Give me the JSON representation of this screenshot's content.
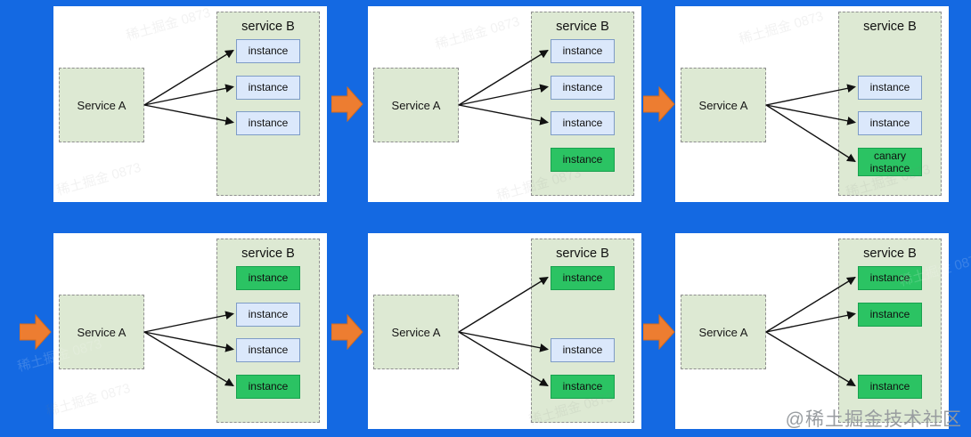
{
  "page": {
    "watermark_main": "@稀土掘金技术社区",
    "watermark_faint": "稀土掘金 0873"
  },
  "colors": {
    "background": "#1469e2",
    "card": "#ffffff",
    "service_box_fill": "#dde9d3",
    "service_box_border": "#8f8f8f",
    "instance_old_fill": "#dbe8fb",
    "instance_old_border": "#7e9cc6",
    "instance_new_fill": "#2bc363",
    "instance_new_border": "#18a14e",
    "flow_arrow_fill": "#ed7d31",
    "flow_arrow_stroke": "#d56a1d",
    "line_color": "#111111"
  },
  "panels": [
    {
      "step": 1,
      "service_a_label": "Service A",
      "service_b_label": "service B",
      "instances": [
        {
          "label": "instance",
          "state": "old",
          "row": 0,
          "traffic": true
        },
        {
          "label": "instance",
          "state": "old",
          "row": 1,
          "traffic": true
        },
        {
          "label": "instance",
          "state": "old",
          "row": 2,
          "traffic": true
        }
      ]
    },
    {
      "step": 2,
      "service_a_label": "Service A",
      "service_b_label": "service B",
      "instances": [
        {
          "label": "instance",
          "state": "old",
          "row": 0,
          "traffic": true
        },
        {
          "label": "instance",
          "state": "old",
          "row": 1,
          "traffic": true
        },
        {
          "label": "instance",
          "state": "old",
          "row": 2,
          "traffic": true
        },
        {
          "label": "instance",
          "state": "new",
          "row": 3,
          "traffic": false
        }
      ]
    },
    {
      "step": 3,
      "service_a_label": "Service A",
      "service_b_label": "service B",
      "instances": [
        {
          "label": "instance",
          "state": "old",
          "row": 1,
          "traffic": true
        },
        {
          "label": "instance",
          "state": "old",
          "row": 2,
          "traffic": true
        },
        {
          "label": "canary instance",
          "state": "new",
          "row": 3,
          "traffic": true
        }
      ]
    },
    {
      "step": 4,
      "service_a_label": "Service A",
      "service_b_label": "service B",
      "instances": [
        {
          "label": "instance",
          "state": "new",
          "row": 0,
          "traffic": false
        },
        {
          "label": "instance",
          "state": "old",
          "row": 1,
          "traffic": true
        },
        {
          "label": "instance",
          "state": "old",
          "row": 2,
          "traffic": true
        },
        {
          "label": "instance",
          "state": "new",
          "row": 3,
          "traffic": true
        }
      ]
    },
    {
      "step": 5,
      "service_a_label": "Service A",
      "service_b_label": "service B",
      "instances": [
        {
          "label": "instance",
          "state": "new",
          "row": 0,
          "traffic": true
        },
        {
          "label": "instance",
          "state": "old",
          "row": 2,
          "traffic": true
        },
        {
          "label": "instance",
          "state": "new",
          "row": 3,
          "traffic": true
        }
      ]
    },
    {
      "step": 6,
      "service_a_label": "Service A",
      "service_b_label": "service B",
      "instances": [
        {
          "label": "instance",
          "state": "new",
          "row": 0,
          "traffic": true
        },
        {
          "label": "instance",
          "state": "new",
          "row": 1,
          "traffic": true
        },
        {
          "label": "instance",
          "state": "new",
          "row": 3,
          "traffic": true
        }
      ]
    }
  ]
}
